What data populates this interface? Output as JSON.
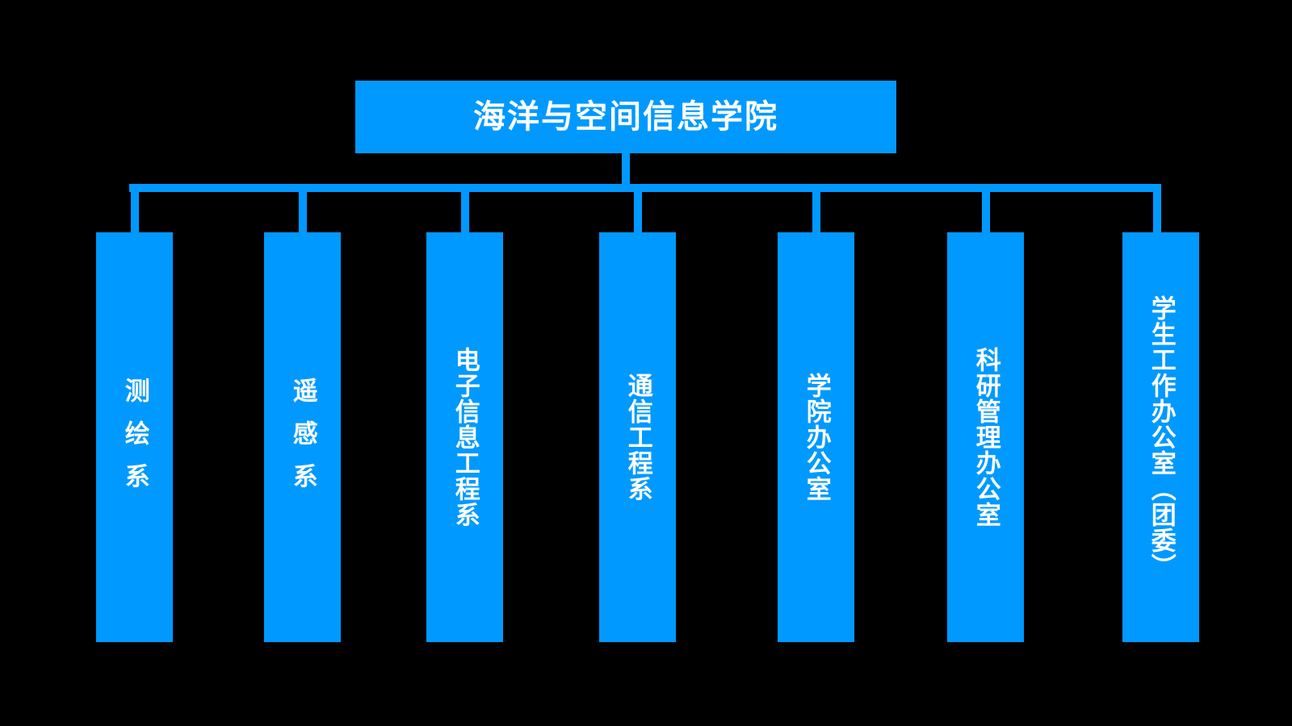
{
  "chart_data": {
    "type": "diagram",
    "diagram_type": "organizational-chart",
    "title": "海洋与空间信息学院",
    "orientation": "top-down",
    "background_color": "#000000",
    "node_color": "#0099ff",
    "text_color": "#ffffff",
    "connector_color": "#0099ff",
    "levels": 2,
    "root": {
      "label": "海洋与空间信息学院",
      "level": 0
    },
    "children": [
      {
        "label": "测绘系",
        "level": 1,
        "spacing": "wide"
      },
      {
        "label": "遥感系",
        "level": 1,
        "spacing": "wide"
      },
      {
        "label": "电子信息工程系",
        "level": 1,
        "spacing": "tight"
      },
      {
        "label": "通信工程系",
        "level": 1,
        "spacing": "tight"
      },
      {
        "label": "学院办公室",
        "level": 1,
        "spacing": "tight"
      },
      {
        "label": "科研管理办公室",
        "level": 1,
        "spacing": "tight"
      },
      {
        "label": "学生工作办公室（团委）",
        "level": 1,
        "spacing": "tight"
      }
    ],
    "child_count": 7
  },
  "root": {
    "label": "海洋与空间信息学院"
  },
  "children": [
    {
      "label": "测绘系"
    },
    {
      "label": "遥感系"
    },
    {
      "label": "电子信息工程系"
    },
    {
      "label": "通信工程系"
    },
    {
      "label": "学院办公室"
    },
    {
      "label": "科研管理办公室"
    },
    {
      "label": "学生工作办公室（团委）"
    }
  ]
}
